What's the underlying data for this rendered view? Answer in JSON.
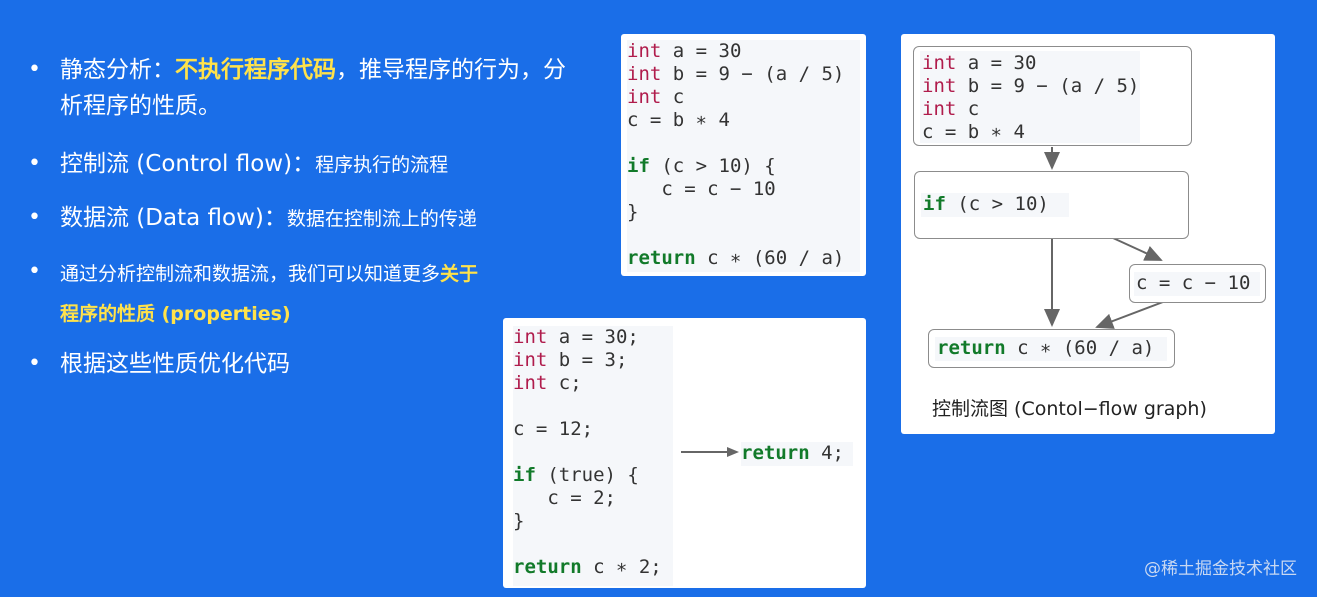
{
  "bullets": [
    {
      "pre": "静态分析：",
      "hl": "不执行程序代码",
      "post": "，推导程序的行为，分",
      "line2": "析程序的性质。"
    },
    {
      "text": "控制流 (Control flow)：",
      "small": "程序执行的流程"
    },
    {
      "text": "数据流 (Data flow)：",
      "small": "数据在控制流上的传递"
    },
    {
      "line1": "通过分析控制流和数据流，我们可以知道更多",
      "hl1": "关于",
      "hl2": "程序的性质 (properties)"
    },
    {
      "text": "根据这些性质优化代码"
    }
  ],
  "code1": {
    "l1_kw": "int",
    "l1": " a = 30",
    "l2_kw": "int",
    "l2": " b = 9 − (a / 5)",
    "l3_kw": "int",
    "l3": " c",
    "l4": "c = b ∗ 4",
    "l5_kw": "if",
    "l5": " (c > 10) {",
    "l6": "   c = c − 10",
    "l7": "}",
    "l8_kw": "return",
    "l8": " c ∗ (60 / a)"
  },
  "code2": {
    "l1_kw": "int",
    "l1": " a = 30;",
    "l2_kw": "int",
    "l2": " b = 3;",
    "l3_kw": "int",
    "l3": " c;",
    "l4": "c = 12;",
    "l5_kw": "if",
    "l5": " (true) {",
    "l6": "   c = 2;",
    "l7": "}",
    "l8_kw": "return",
    "l8": " c ∗ 2;",
    "result_kw": "return",
    "result": " 4;"
  },
  "cfg": {
    "n1_l1_kw": "int",
    "n1_l1": " a = 30",
    "n1_l2_kw": "int",
    "n1_l2": " b = 9 − (a / 5)",
    "n1_l3_kw": "int",
    "n1_l3": " c",
    "n1_l4": "c = b ∗ 4",
    "n2_kw": "if",
    "n2": " (c > 10)",
    "n3": "c = c − 10",
    "n4_kw": "return",
    "n4": " c ∗ (60 / a)",
    "caption": "控制流图 (Contol−flow graph)"
  },
  "watermark": "@稀土掘金技术社区"
}
